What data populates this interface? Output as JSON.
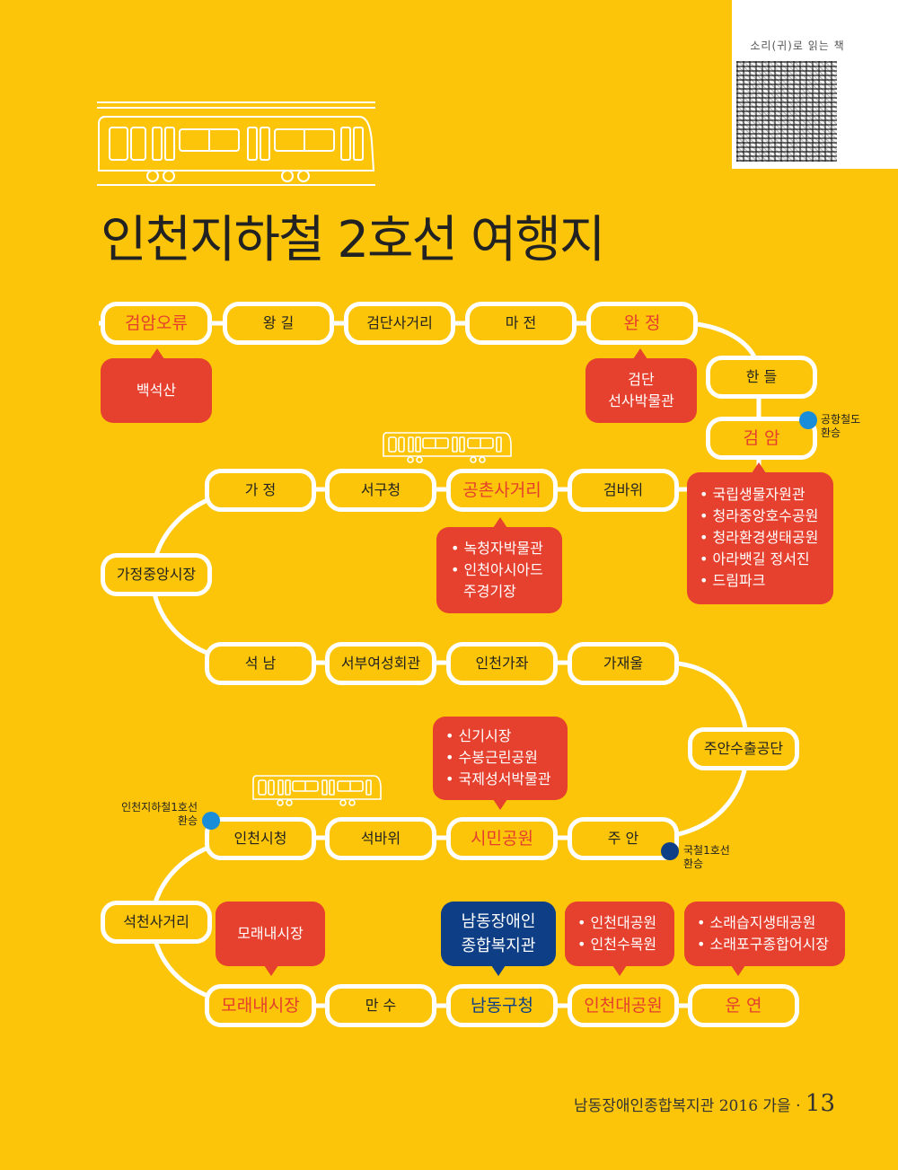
{
  "qr": {
    "label": "소리(귀)로 읽는 책"
  },
  "title": "인천지하철 2호선 여행지",
  "stations": {
    "s1": "검암오류",
    "s2": "왕 길",
    "s3": "검단사거리",
    "s4": "마 전",
    "s5": "완 정",
    "s6": "한 들",
    "s7": "검 암",
    "s8": "검바위",
    "s9": "공촌사거리",
    "s10": "서구청",
    "s11": "가 정",
    "s12": "가정중앙시장",
    "s13": "석 남",
    "s14": "서부여성회관",
    "s15": "인천가좌",
    "s16": "가재울",
    "s17": "주안수출공단",
    "s18": "주 안",
    "s19": "시민공원",
    "s20": "석바위",
    "s21": "인천시청",
    "s22": "석천사거리",
    "s23": "모래내시장",
    "s24": "만 수",
    "s25": "남동구청",
    "s26": "인천대공원",
    "s27": "운 연"
  },
  "bubbles": {
    "b1": "백석산",
    "b2": [
      "검단",
      "선사박물관"
    ],
    "b3": [
      "국립생물자원관",
      "청라중앙호수공원",
      "청라환경생태공원",
      "아라뱃길 정서진",
      "드림파크"
    ],
    "b4": [
      "녹청자박물관",
      "인천아시아드",
      "주경기장"
    ],
    "b5": [
      "신기시장",
      "수봉근린공원",
      "국제성서박물관"
    ],
    "b6": "모래내시장",
    "b7": [
      "남동장애인",
      "종합복지관"
    ],
    "b8": [
      "인천대공원",
      "인천수목원"
    ],
    "b9": [
      "소래습지생태공원",
      "소래포구종합어시장"
    ]
  },
  "transfers": {
    "t1": [
      "공항철도",
      "환승"
    ],
    "t2": [
      "인천지하철1호선",
      "환승"
    ],
    "t3": [
      "국철1호선",
      "환승"
    ]
  },
  "footer": {
    "text": "남동장애인종합복지관 2016 가을 ·",
    "page": "13"
  },
  "colors": {
    "background": "#FCC509",
    "highlight": "#E53E2E",
    "bubble": "#E6402E",
    "navy": "#0E3F86",
    "transfer_blue": "#1A8DD8"
  }
}
